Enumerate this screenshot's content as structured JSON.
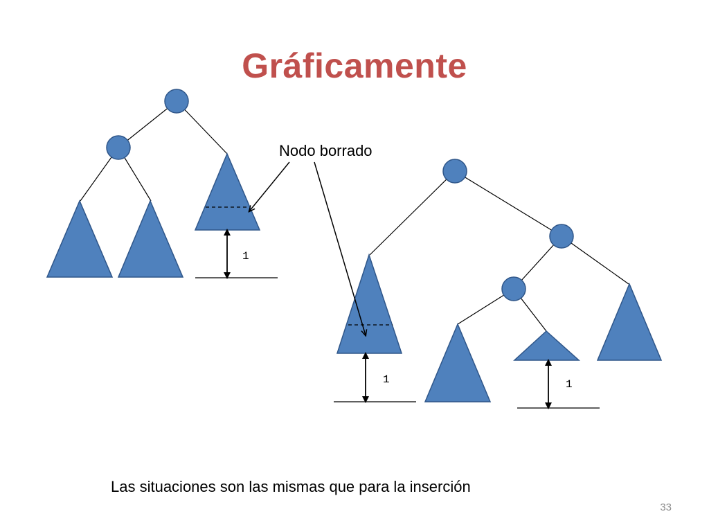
{
  "slide": {
    "title": "Gráficamente",
    "caption": "Las situaciones son las mismas que para la inserción",
    "page_number": "33"
  },
  "diagram": {
    "deleted_node_label": "Nodo borrado",
    "height_labels": [
      "1",
      "1",
      "1"
    ],
    "colors": {
      "node_fill": "#4f81bd",
      "node_stroke": "#2f5689",
      "line": "#000000",
      "title": "#c0504d"
    }
  }
}
